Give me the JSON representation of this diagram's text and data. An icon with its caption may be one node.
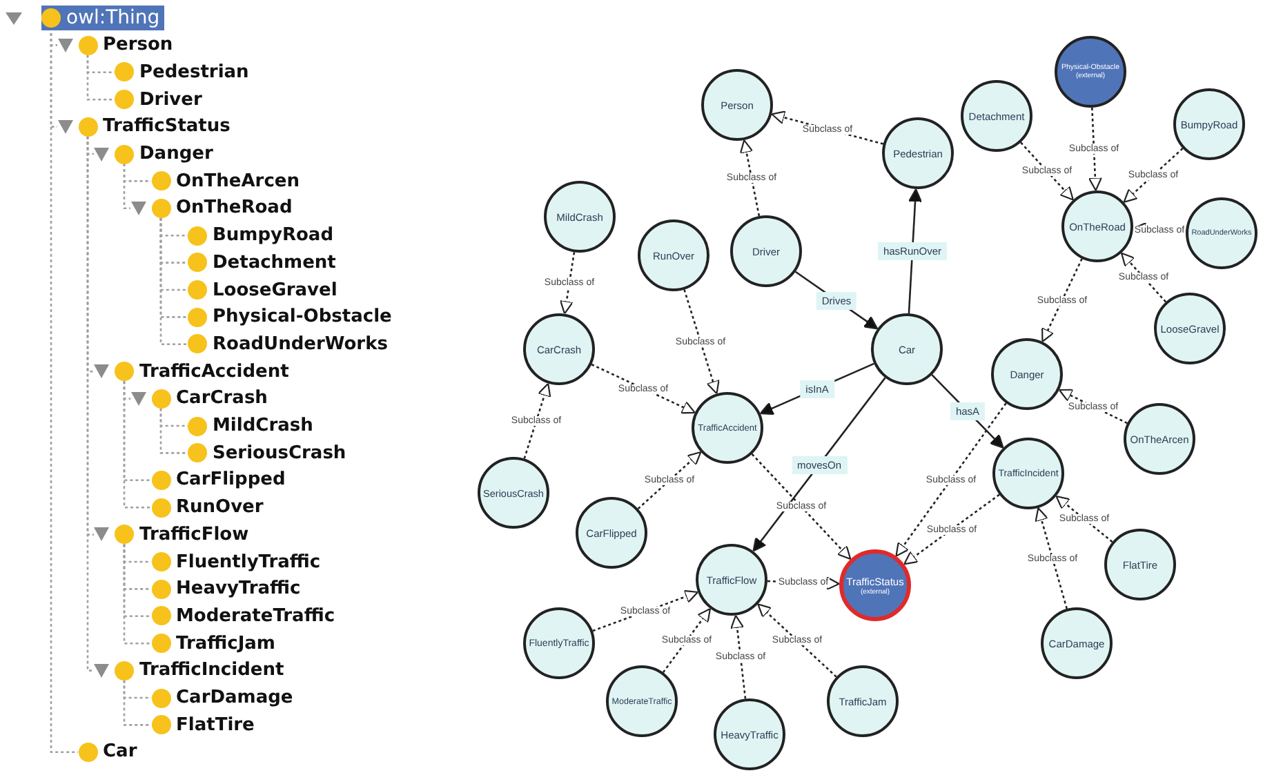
{
  "diagram": {
    "nodes": [
      {
        "text": [
          "owl:Thing"
        ]
      },
      {
        "text": [
          "Person"
        ]
      },
      {
        "text": [
          "Pedestrian"
        ]
      },
      {
        "text": [
          "Driver"
        ]
      },
      {
        "text": [
          "TrafficStatus"
        ]
      },
      {
        "text": [
          "Danger"
        ]
      },
      {
        "text": [
          "OnTheArcen"
        ]
      },
      {
        "text": [
          "OnTheRoad"
        ]
      },
      {
        "text": [
          "BumpyRoad"
        ]
      },
      {
        "text": [
          "Detachment"
        ]
      },
      {
        "text": [
          "LooseGravel"
        ]
      },
      {
        "text": [
          "Physical-Obstacle"
        ]
      },
      {
        "text": [
          "RoadUnderWorks"
        ]
      },
      {
        "text": [
          "TrafficAccident"
        ]
      },
      {
        "text": [
          "CarCrash"
        ]
      },
      {
        "text": [
          "MildCrash"
        ]
      },
      {
        "text": [
          "SeriousCrash"
        ]
      },
      {
        "text": [
          "CarFlipped"
        ]
      },
      {
        "text": [
          "RunOver"
        ]
      },
      {
        "text": [
          "TrafficFlow"
        ]
      },
      {
        "text": [
          "FluentlyTraffic"
        ]
      },
      {
        "text": [
          "HeavyTraffic"
        ]
      },
      {
        "text": [
          "ModerateTraffic"
        ]
      },
      {
        "text": [
          "TrafficJam"
        ]
      },
      {
        "text": [
          "TrafficIncident"
        ]
      },
      {
        "text": [
          "CarDamage"
        ]
      },
      {
        "text": [
          "FlatTire"
        ]
      },
      {
        "text": [
          "Car"
        ]
      },
      {
        "text": [
          "Person"
        ]
      },
      {
        "text": [
          "Pedestrian"
        ]
      },
      {
        "text": [
          "Driver"
        ]
      },
      {
        "text": [
          "Car"
        ]
      },
      {
        "text": [
          "Detachment"
        ]
      },
      {
        "text": [
          "Physical-Obstacle",
          "(external)"
        ]
      },
      {
        "text": [
          "BumpyRoad"
        ]
      },
      {
        "text": [
          "OnTheRoad"
        ]
      },
      {
        "text": [
          "RoadUnderWorks"
        ]
      },
      {
        "text": [
          "LooseGravel"
        ]
      },
      {
        "text": [
          "Danger"
        ]
      },
      {
        "text": [
          "OnTheArcen"
        ]
      },
      {
        "text": [
          "MildCrash"
        ]
      },
      {
        "text": [
          "RunOver"
        ]
      },
      {
        "text": [
          "CarCrash"
        ]
      },
      {
        "text": [
          "TrafficAccident"
        ]
      },
      {
        "text": [
          "SeriousCrash"
        ]
      },
      {
        "text": [
          "CarFlipped"
        ]
      },
      {
        "text": [
          "TrafficIncident"
        ]
      },
      {
        "text": [
          "TrafficFlow"
        ]
      },
      {
        "text": [
          "TrafficStatus",
          "(external)"
        ]
      },
      {
        "text": [
          "FlatTire"
        ]
      },
      {
        "text": [
          "CarDamage"
        ]
      },
      {
        "text": [
          "FluentlyTraffic"
        ]
      },
      {
        "text": [
          "ModerateTraffic"
        ]
      },
      {
        "text": [
          "HeavyTraffic"
        ]
      },
      {
        "text": [
          "TrafficJam"
        ]
      }
    ],
    "edges": [
      {
        "from": 0,
        "to": 1,
        "arrow": "none",
        "style": "dashed",
        "color": "#a0a0a0"
      },
      {
        "from": 1,
        "to": 2,
        "arrow": "none",
        "style": "dashed",
        "color": "#a0a0a0"
      },
      {
        "from": 1,
        "to": 3,
        "arrow": "none",
        "style": "dashed",
        "color": "#a0a0a0"
      },
      {
        "from": 0,
        "to": 4,
        "arrow": "none",
        "style": "dashed",
        "color": "#a0a0a0"
      },
      {
        "from": 4,
        "to": 5,
        "arrow": "none",
        "style": "dashed",
        "color": "#a0a0a0"
      },
      {
        "from": 5,
        "to": 6,
        "arrow": "none",
        "style": "dashed",
        "color": "#a0a0a0"
      },
      {
        "from": 5,
        "to": 7,
        "arrow": "none",
        "style": "dashed",
        "color": "#a0a0a0"
      },
      {
        "from": 7,
        "to": 8,
        "arrow": "none",
        "style": "dashed",
        "color": "#a0a0a0"
      },
      {
        "from": 7,
        "to": 9,
        "arrow": "none",
        "style": "dashed",
        "color": "#a0a0a0"
      },
      {
        "from": 7,
        "to": 10,
        "arrow": "none",
        "style": "dashed",
        "color": "#a0a0a0"
      },
      {
        "from": 7,
        "to": 11,
        "arrow": "none",
        "style": "dashed",
        "color": "#a0a0a0"
      },
      {
        "from": 7,
        "to": 12,
        "arrow": "none",
        "style": "dashed",
        "color": "#a0a0a0"
      },
      {
        "from": 4,
        "to": 13,
        "arrow": "none",
        "style": "dashed",
        "color": "#a0a0a0"
      },
      {
        "from": 13,
        "to": 14,
        "arrow": "none",
        "style": "dashed",
        "color": "#a0a0a0"
      },
      {
        "from": 14,
        "to": 15,
        "arrow": "none",
        "style": "dashed",
        "color": "#a0a0a0"
      },
      {
        "from": 14,
        "to": 16,
        "arrow": "none",
        "style": "dashed",
        "color": "#a0a0a0"
      },
      {
        "from": 13,
        "to": 17,
        "arrow": "none",
        "style": "dashed",
        "color": "#a0a0a0"
      },
      {
        "from": 13,
        "to": 18,
        "arrow": "none",
        "style": "dashed",
        "color": "#a0a0a0"
      },
      {
        "from": 4,
        "to": 19,
        "arrow": "none",
        "style": "dashed",
        "color": "#a0a0a0"
      },
      {
        "from": 19,
        "to": 20,
        "arrow": "none",
        "style": "dashed",
        "color": "#a0a0a0"
      },
      {
        "from": 19,
        "to": 21,
        "arrow": "none",
        "style": "dashed",
        "color": "#a0a0a0"
      },
      {
        "from": 19,
        "to": 22,
        "arrow": "none",
        "style": "dashed",
        "color": "#a0a0a0"
      },
      {
        "from": 19,
        "to": 23,
        "arrow": "none",
        "style": "dashed",
        "color": "#a0a0a0"
      },
      {
        "from": 4,
        "to": 24,
        "arrow": "none",
        "style": "dashed",
        "color": "#a0a0a0"
      },
      {
        "from": 24,
        "to": 25,
        "arrow": "none",
        "style": "dashed",
        "color": "#a0a0a0"
      },
      {
        "from": 24,
        "to": 26,
        "arrow": "none",
        "style": "dashed",
        "color": "#a0a0a0"
      },
      {
        "from": 0,
        "to": 27,
        "arrow": "none",
        "style": "dashed",
        "color": "#a0a0a0"
      },
      {
        "from": 29,
        "to": 28,
        "arrow": "to",
        "style": "dashed",
        "label": "Subclass of"
      },
      {
        "from": 30,
        "to": 28,
        "arrow": "to",
        "style": "dashed",
        "label": "Subclass of"
      },
      {
        "from": 30,
        "to": 31,
        "arrow": "to",
        "label": "Drives"
      },
      {
        "from": 31,
        "to": 29,
        "arrow": "to",
        "label": "hasRunOver"
      },
      {
        "from": 31,
        "to": 43,
        "arrow": "to",
        "label": "isInA"
      },
      {
        "from": 31,
        "to": 47,
        "arrow": "to",
        "label": "movesOn"
      },
      {
        "from": 31,
        "to": 46,
        "arrow": "to",
        "label": "hasA"
      },
      {
        "from": 32,
        "to": 35,
        "arrow": "to",
        "style": "dashed",
        "label": "Subclass of"
      },
      {
        "from": 33,
        "to": 35,
        "arrow": "to",
        "style": "dashed",
        "label": "Subclass of"
      },
      {
        "from": 34,
        "to": 35,
        "arrow": "to",
        "style": "dashed",
        "label": "Subclass of"
      },
      {
        "from": 36,
        "to": 35,
        "arrow": "to",
        "style": "dashed",
        "label": "Subclass of"
      },
      {
        "from": 37,
        "to": 35,
        "arrow": "to",
        "style": "dashed",
        "label": "Subclass of"
      },
      {
        "from": 35,
        "to": 38,
        "arrow": "to",
        "style": "dashed",
        "label": "Subclass of"
      },
      {
        "from": 39,
        "to": 38,
        "arrow": "to",
        "style": "dashed",
        "label": "Subclass of"
      },
      {
        "from": 38,
        "to": 48,
        "arrow": "to",
        "style": "dashed",
        "label": "Subclass of"
      },
      {
        "from": 40,
        "to": 42,
        "arrow": "to",
        "style": "dashed",
        "label": "Subclass of"
      },
      {
        "from": 44,
        "to": 42,
        "arrow": "to",
        "style": "dashed",
        "label": "Subclass of"
      },
      {
        "from": 42,
        "to": 43,
        "arrow": "to",
        "style": "dashed",
        "label": "Subclass of"
      },
      {
        "from": 41,
        "to": 43,
        "arrow": "to",
        "style": "dashed",
        "label": "Subclass of"
      },
      {
        "from": 45,
        "to": 43,
        "arrow": "to",
        "style": "dashed",
        "label": "Subclass of"
      },
      {
        "from": 43,
        "to": 48,
        "arrow": "to",
        "style": "dashed",
        "label": "Subclass of"
      },
      {
        "from": 46,
        "to": 48,
        "arrow": "to",
        "style": "dashed",
        "label": "Subclass of"
      },
      {
        "from": 50,
        "to": 46,
        "arrow": "to",
        "style": "dashed",
        "label": "Subclass of"
      },
      {
        "from": 49,
        "to": 46,
        "arrow": "to",
        "style": "dashed",
        "label": "Subclass of"
      },
      {
        "from": 47,
        "to": 48,
        "arrow": "to",
        "style": "dashed",
        "label": "Subclass of"
      },
      {
        "from": 51,
        "to": 47,
        "arrow": "to",
        "style": "dashed",
        "label": "Subclass of"
      },
      {
        "from": 52,
        "to": 47,
        "arrow": "to",
        "style": "dashed",
        "label": "Subclass of"
      },
      {
        "from": 53,
        "to": 47,
        "arrow": "to",
        "style": "dashed",
        "label": "Subclass of"
      },
      {
        "from": 54,
        "to": 47,
        "arrow": "to",
        "style": "dashed",
        "label": "Subclass of"
      }
    ]
  }
}
